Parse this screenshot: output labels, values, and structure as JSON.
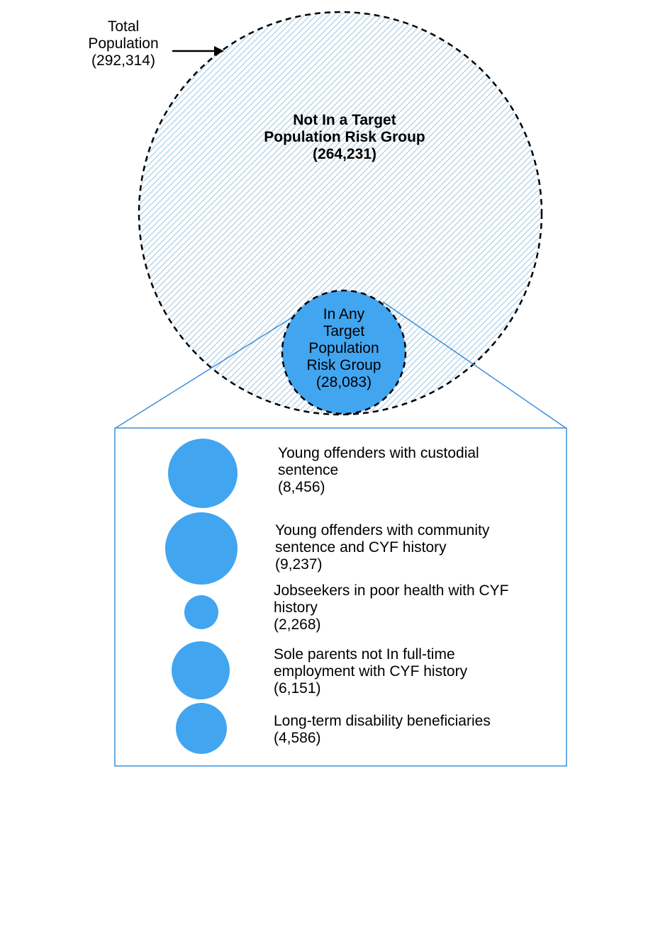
{
  "total": {
    "lines": [
      "Total",
      "Population",
      "(292,314)"
    ]
  },
  "outer": {
    "lines": [
      "Not In a Target",
      "Population  Risk Group",
      "(264,231)"
    ]
  },
  "inner": {
    "lines": [
      "In Any",
      "Target",
      "Population",
      "Risk Group",
      "(28,083)"
    ]
  },
  "groups": [
    {
      "lines": [
        "Young offenders with custodial",
        "sentence",
        "(8,456)"
      ],
      "count": 8456
    },
    {
      "lines": [
        "Young  offenders with community",
        "sentence and CYF history",
        "(9,237)"
      ],
      "count": 9237
    },
    {
      "lines": [
        "Jobseekers in poor health  with CYF",
        "history",
        "(2,268)"
      ],
      "count": 2268
    },
    {
      "lines": [
        "Sole parents not In full-time",
        "employment  with CYF history",
        "(6,151)"
      ],
      "count": 6151
    },
    {
      "lines": [
        "Long-term disability beneficiaries",
        "(4,586)"
      ],
      "count": 4586
    }
  ],
  "colors": {
    "bubble": "#42a5f0",
    "hatch": "#a8cde8",
    "frame": "#3a8fd8",
    "outline": "#000000"
  }
}
